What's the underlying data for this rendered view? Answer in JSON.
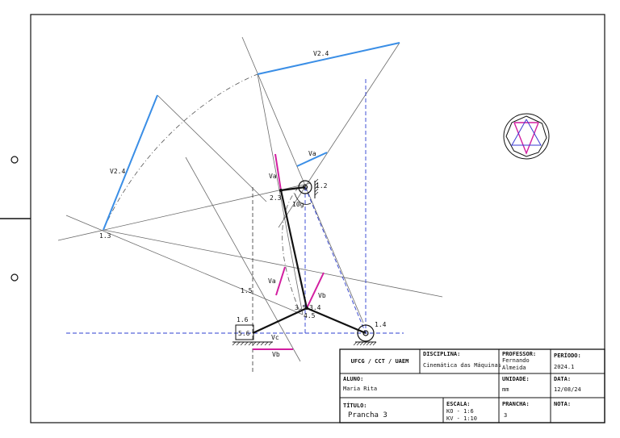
{
  "labels": {
    "v24_top": "V2.4",
    "v24_left": "V2.4",
    "j13": "1.3",
    "j12": "1.2",
    "j23": "2.3",
    "angle": "10g",
    "va_top": "Va",
    "va_left": "Va",
    "va_mid": "Va",
    "vb_right": "Vb",
    "vb_bottom": "Vb",
    "vc": "Vc",
    "j15": "1.5",
    "j16": "1.6",
    "j56": "5.6",
    "j35": "3.5",
    "j34": "3.4",
    "j45": "4.5",
    "j14": "1.4"
  },
  "title_block": {
    "institution": "UFCG / CCT / UAEM",
    "discipline_label": "DISCIPLINA:",
    "discipline_value": "Cinemática das Máquinas",
    "professor_label": "PROFESSOR:",
    "professor_value_1": "Fernando",
    "professor_value_2": "Almeida",
    "period_label": "PERÍODO:",
    "period_value": "2024.1",
    "student_label": "ALUNO:",
    "student_value": "Maria Rita",
    "unit_label": "UNIDADE:",
    "unit_value": "mm",
    "date_label": "DATA:",
    "date_value": "12/08/24",
    "title_label": "TÍTULO:",
    "title_value": "Prancha 3",
    "scale_label": "ESCALA:",
    "scale_ko": "KO - 1:6",
    "scale_kv": "KV - 1:10",
    "sheet_label": "PRANCHA:",
    "sheet_value": "3",
    "notes_label": "NOTA:"
  },
  "colors": {
    "velocity_blue": "#3a8ee6",
    "velocity_magenta": "#d21ea0",
    "axis_blue": "#2e3fd0",
    "link_black": "#111111",
    "construction_gray": "#6a6a6a"
  }
}
